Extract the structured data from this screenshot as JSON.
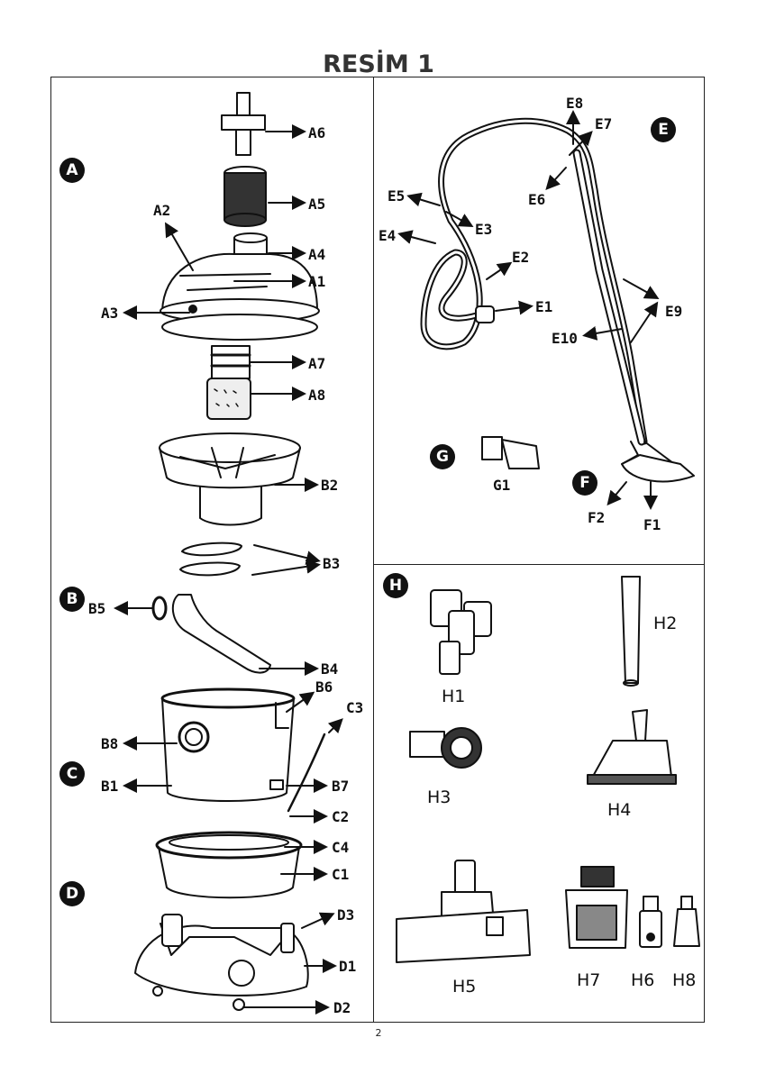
{
  "title": "RESİM 1",
  "page_number": "2",
  "sections": {
    "A": "A",
    "B": "B",
    "C": "C",
    "D": "D",
    "E": "E",
    "F": "F",
    "G": "G",
    "H": "H"
  },
  "labels": {
    "A1": "A1",
    "A2": "A2",
    "A3": "A3",
    "A4": "A4",
    "A5": "A5",
    "A6": "A6",
    "A7": "A7",
    "A8": "A8",
    "B1": "B1",
    "B2": "B2",
    "B3": "B3",
    "B4": "B4",
    "B5": "B5",
    "B6": "B6",
    "B7": "B7",
    "B8": "B8",
    "C1": "C1",
    "C2": "C2",
    "C3": "C3",
    "C4": "C4",
    "D1": "D1",
    "D2": "D2",
    "D3": "D3",
    "E1": "E1",
    "E2": "E2",
    "E3": "E3",
    "E4": "E4",
    "E5": "E5",
    "E6": "E6",
    "E7": "E7",
    "E8": "E8",
    "E9": "E9",
    "E10": "E10",
    "F1": "F1",
    "F2": "F2",
    "G1": "G1",
    "H1": "H1",
    "H2": "H2",
    "H3": "H3",
    "H4": "H4",
    "H5": "H5",
    "H6": "H6",
    "H7": "H7",
    "H8": "H8"
  },
  "colors": {
    "ink": "#111111",
    "badge": "#111111",
    "badge_text": "#ffffff"
  }
}
